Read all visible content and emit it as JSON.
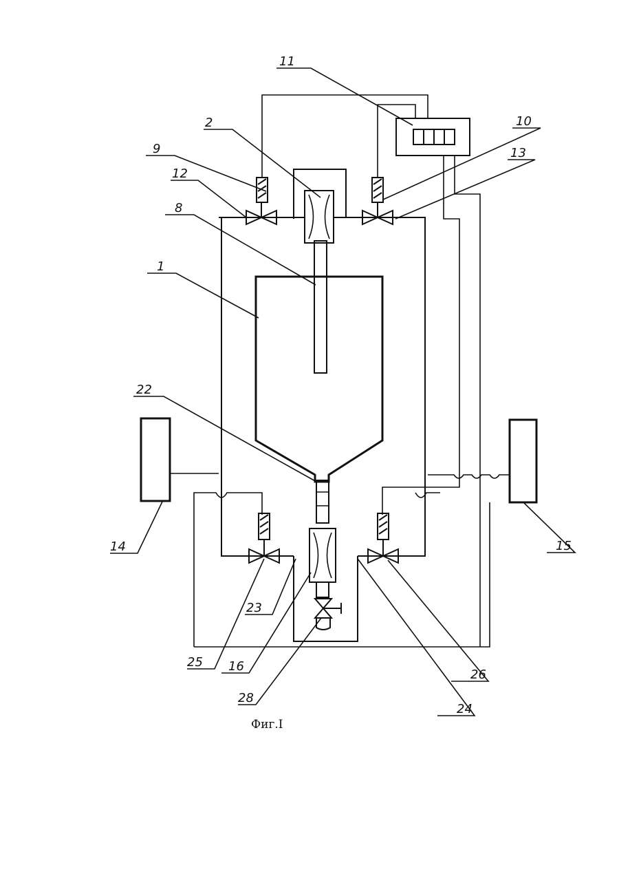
{
  "caption": "Фиг.I",
  "labels": {
    "l1": "1",
    "l2": "2",
    "l8": "8",
    "l9": "9",
    "l10": "10",
    "l11": "11",
    "l12": "12",
    "l13": "13",
    "l14": "14",
    "l15": "15",
    "l16": "16",
    "l22": "22",
    "l23": "23",
    "l24": "24",
    "l25": "25",
    "l26": "26",
    "l28": "28"
  }
}
